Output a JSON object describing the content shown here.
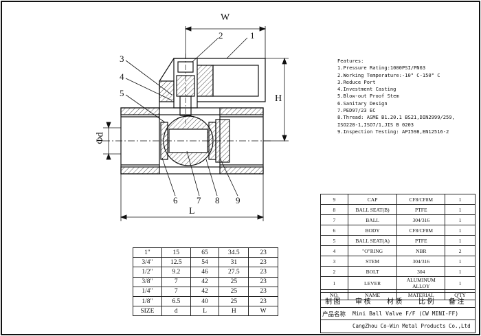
{
  "dimension_labels": {
    "w": "W",
    "h": "H",
    "l": "L",
    "d": "Φd"
  },
  "callouts": [
    "1",
    "2",
    "3",
    "4",
    "5",
    "6",
    "7",
    "8",
    "9"
  ],
  "features": {
    "heading": "Features:",
    "items": [
      "1.Pressure Rating:1000PSI/PN63",
      "2.Working Temperature:-10° C-150° C",
      "3.Reduce  Port",
      "4.Investment Casting",
      "5.Blow-out Proof Stem",
      "6.Sanitary Design",
      "7.PED97/23 EC",
      "8.Thread: ASME B1.20.1  BS21,DIN2999/259,",
      "   ISO228-1,ISO7/1,JIS B 0203",
      "9.Inspection Testing: API598,EN12516-2"
    ]
  },
  "parts_table": {
    "rows": [
      [
        "9",
        "CAP",
        "CF8/CF8M",
        "1"
      ],
      [
        "8",
        "BALL SEAT(B)",
        "PTFE",
        "1"
      ],
      [
        "7",
        "BALL",
        "304/316",
        "1"
      ],
      [
        "6",
        "BODY",
        "CF8/CF8M",
        "1"
      ],
      [
        "5",
        "BALL SEAT(A)",
        "PTFE",
        "1"
      ],
      [
        "4",
        "\"O\"RING",
        "NBR",
        "2"
      ],
      [
        "3",
        "STEM",
        "304/316",
        "1"
      ],
      [
        "2",
        "BOLT",
        "304",
        "1"
      ],
      [
        "1",
        "LEVER",
        "ALUMINUM ALLOY",
        "1"
      ]
    ],
    "header": [
      "NO.",
      "NAME",
      "MATERIAL",
      "Q'TY"
    ]
  },
  "size_table": {
    "rows": [
      [
        "1\"",
        "15",
        "65",
        "34.5",
        "23"
      ],
      [
        "3/4\"",
        "12.5",
        "54",
        "31",
        "23"
      ],
      [
        "1/2\"",
        "9.2",
        "46",
        "27.5",
        "23"
      ],
      [
        "3/8\"",
        "7",
        "42",
        "25",
        "23"
      ],
      [
        "1/4\"",
        "7",
        "42",
        "25",
        "23"
      ],
      [
        "1/8\"",
        "6.5",
        "40",
        "25",
        "23"
      ]
    ],
    "header": [
      "SIZE",
      "d",
      "L",
      "H",
      "W"
    ]
  },
  "title_block": {
    "roles": [
      "制  图",
      "审  核",
      "材  质",
      "比  例",
      "备  注"
    ],
    "product_label": "产品名称",
    "product_name": "Mini Ball Valve F/F  (CW MINI-FF)",
    "company": "CangZhou Co-Win Metal Products Co.,Ltd"
  }
}
